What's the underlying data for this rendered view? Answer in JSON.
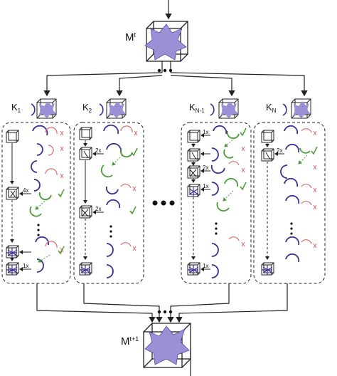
{
  "labels": {
    "m_top_base": "M",
    "m_top_sup": "t",
    "m_bottom_base": "M",
    "m_bottom_sup": "t+1",
    "k1_base": "K",
    "k1_sub": "1",
    "k2_base": "K",
    "k2_sub": "2",
    "kn1_base": "K",
    "kn1_sub": "N-1",
    "kn_base": "K",
    "kn_sub": "N"
  },
  "multipliers": {
    "p1_a": "4x",
    "p1_b": "1x",
    "p2_a": "2x",
    "p2_b": "2x",
    "p3_a": "1x",
    "p3_b": "2x",
    "p3_c": "1x",
    "p3_d": "1x",
    "p4_a": "2x"
  },
  "colors": {
    "purple": "#3f2b96",
    "shape_fill": "#9b8fd6",
    "green": "#4c9a3a",
    "red": "#d96a6a",
    "stroke": "#222222"
  }
}
